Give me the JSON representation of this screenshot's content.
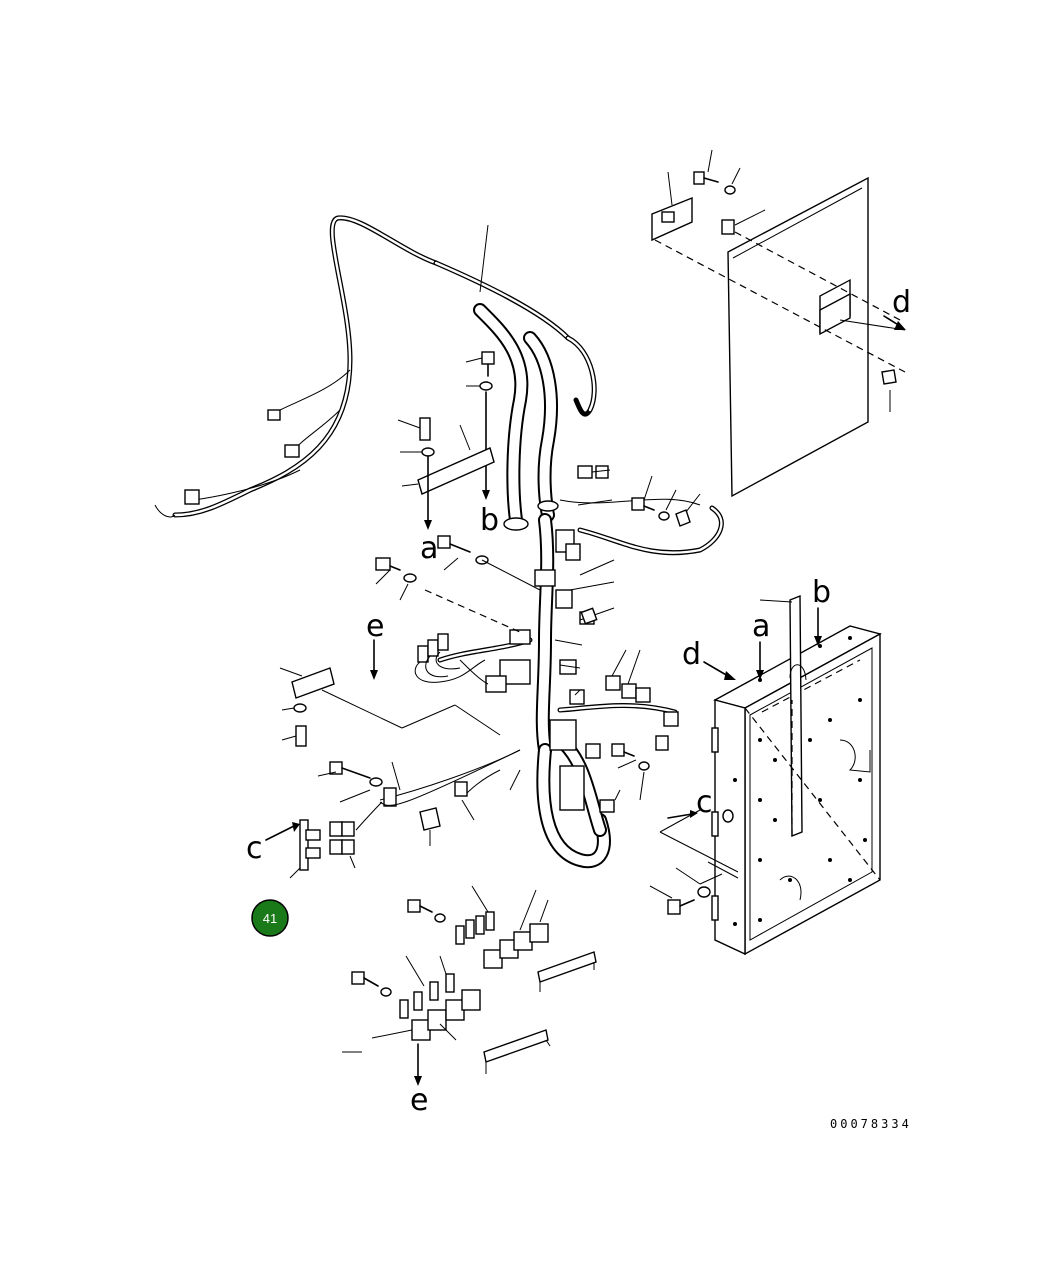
{
  "labels": {
    "a_top": "a",
    "b_top": "b",
    "d_panel": "d",
    "e_mid": "e",
    "c_left": "c",
    "c_right": "c",
    "a_box": "a",
    "b_box": "b",
    "d_box": "d",
    "e_bottom": "e"
  },
  "badge": {
    "text": "41",
    "color": "#1a7a1a"
  },
  "drawing_number": "00078334"
}
